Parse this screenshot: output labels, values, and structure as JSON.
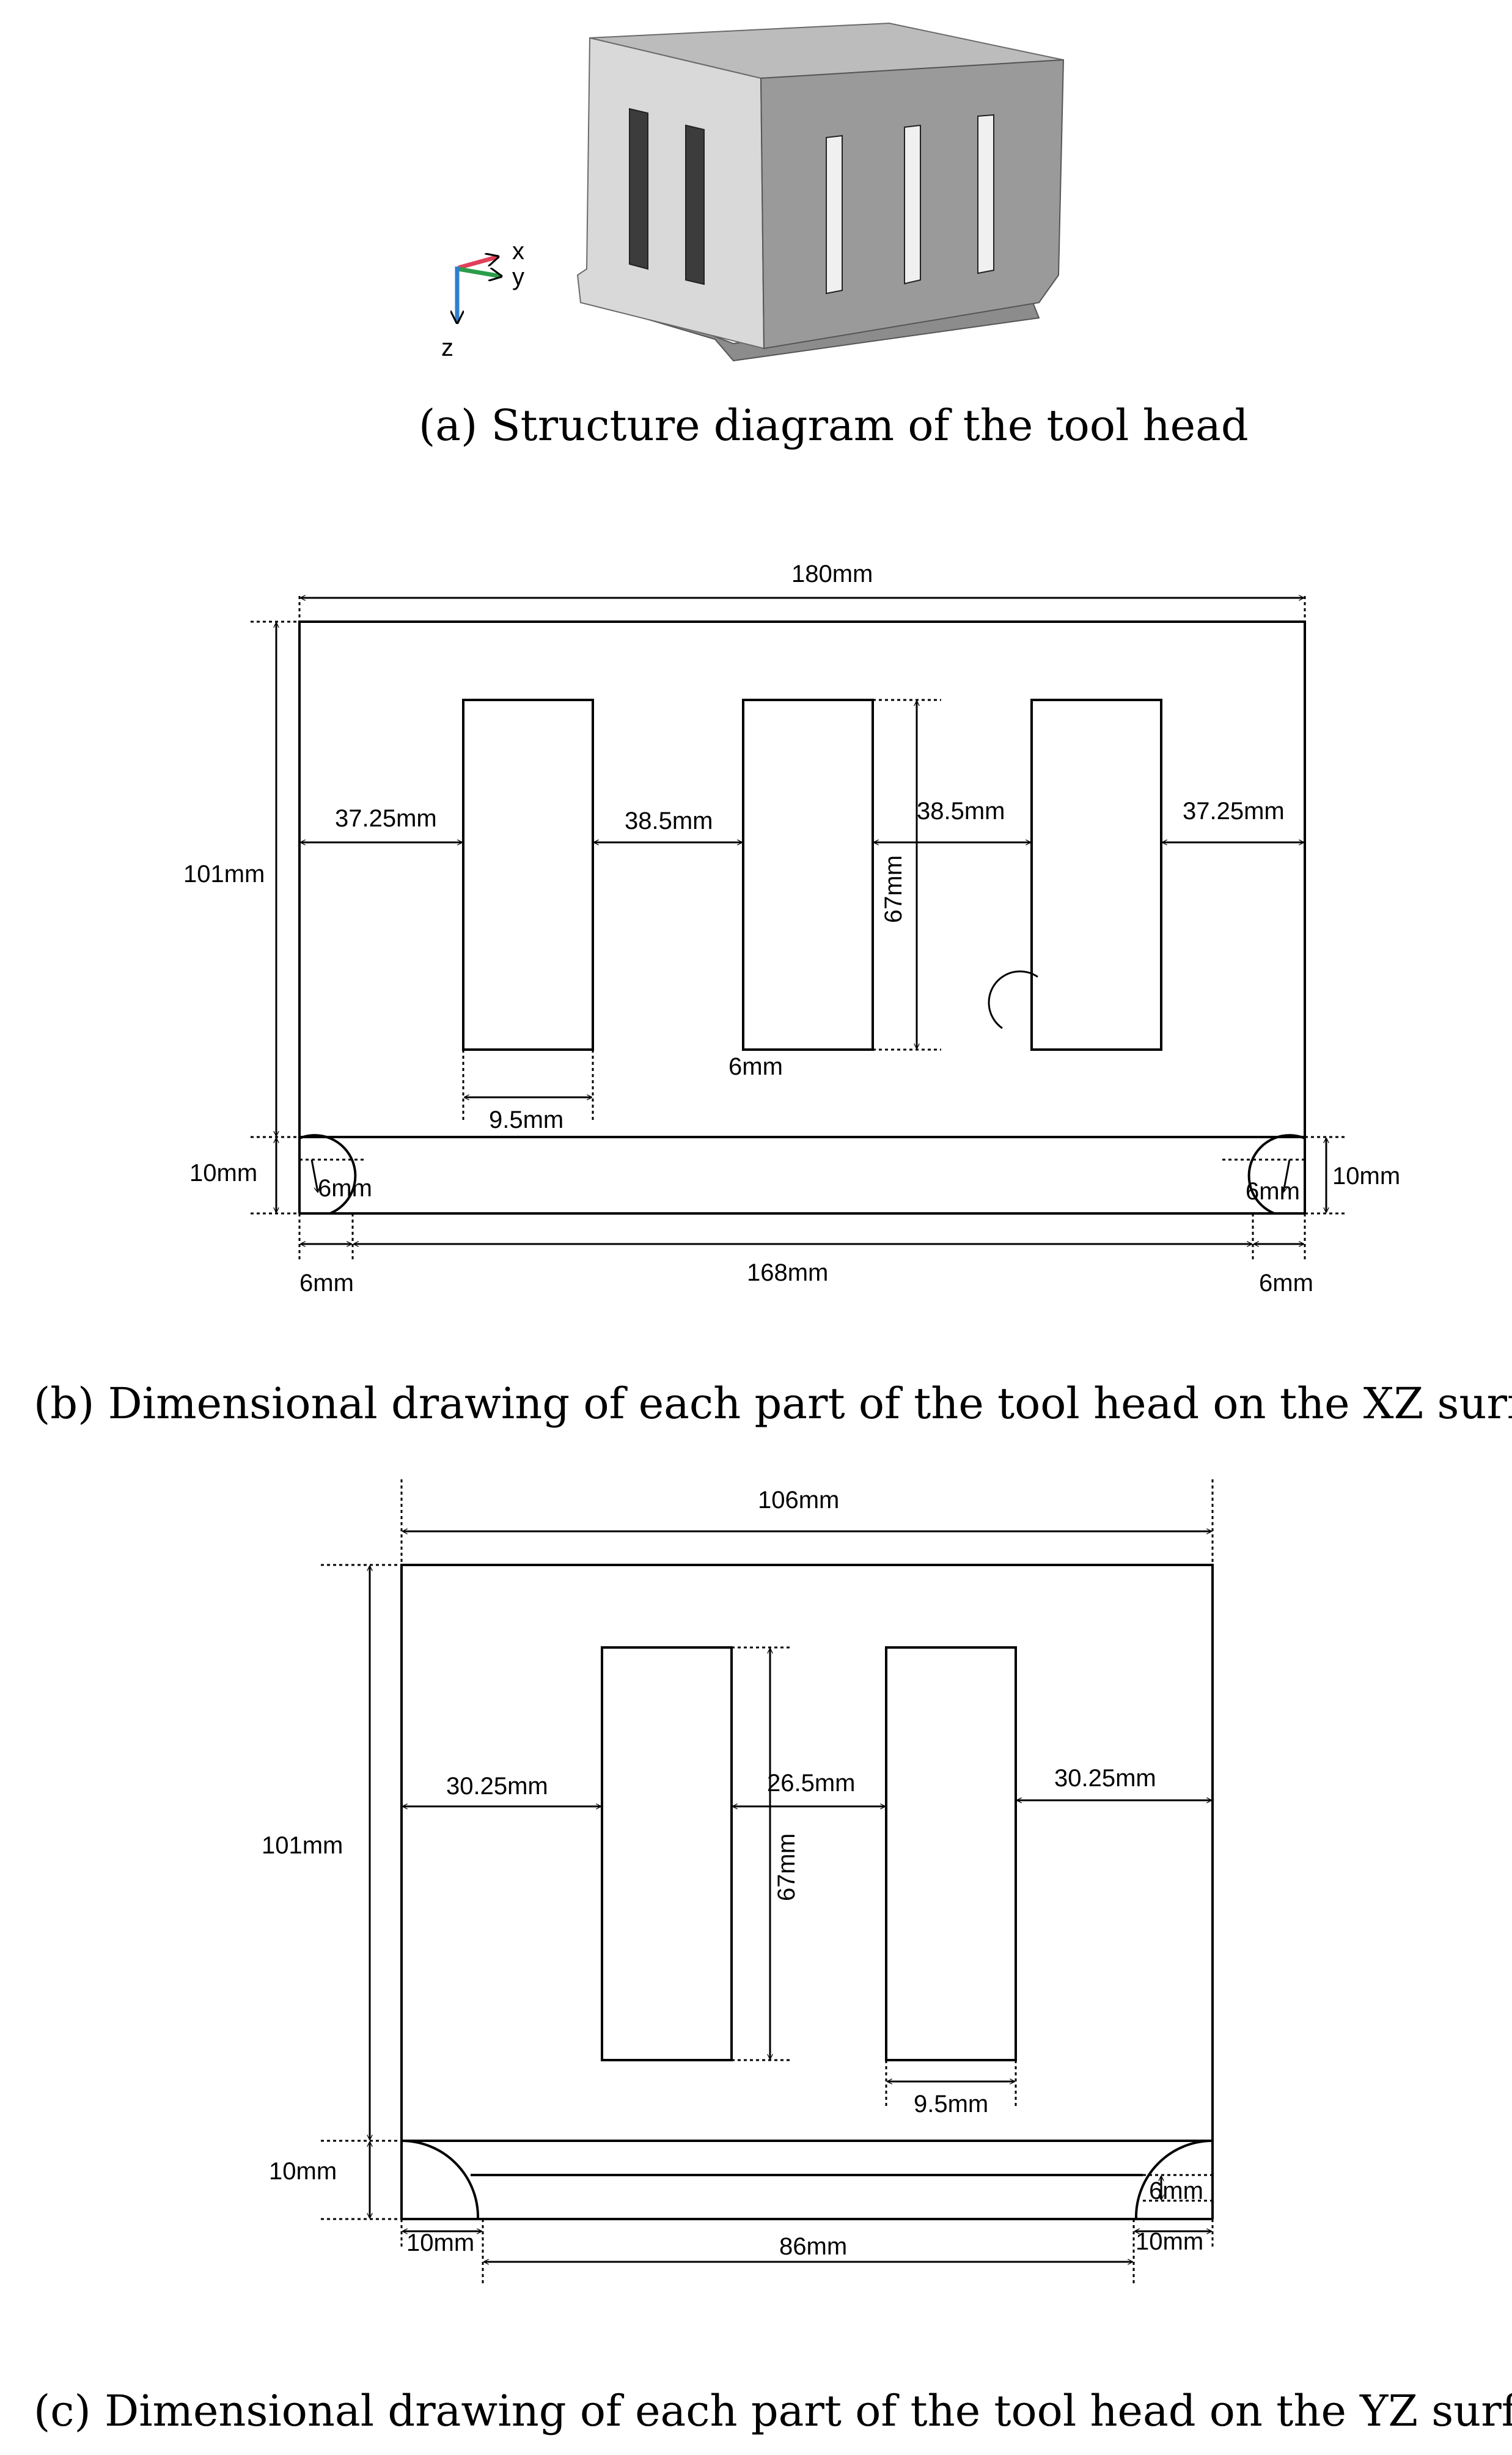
{
  "captions": {
    "a": "(a)   Structure diagram of the tool head",
    "b": "(b) Dimensional drawing of each part of the tool head on the XZ surface",
    "c": "(c) Dimensional drawing of each part of the tool head on the YZ surface"
  },
  "axes": {
    "x": "x",
    "y": "y",
    "z": "z"
  },
  "colors": {
    "x_axis": "#e0405a",
    "y_axis": "#2a9d4a",
    "z_axis": "#2f7fd0",
    "box_front": "#d9d9d9",
    "box_side": "#9a9a9a",
    "box_top": "#bcbcbc"
  },
  "xz": {
    "width": "180mm",
    "height": "101mm",
    "left_gap": "37.25mm",
    "gap_1": "38.5mm",
    "gap_2": "38.5mm",
    "right_gap": "37.25mm",
    "slot_height": "67mm",
    "slot_width": "9.5mm",
    "slot_bottom": "6mm",
    "base_height": "10mm",
    "base_height_right": "10mm",
    "fillet_left": "6mm",
    "fillet_right": "6mm",
    "offset_left": "6mm",
    "offset_right": "6mm",
    "bottom_width": "168mm"
  },
  "yz": {
    "width": "106mm",
    "height": "101mm",
    "left_gap": "30.25mm",
    "gap_mid": "26.5mm",
    "right_gap": "30.25mm",
    "slot_height": "67mm",
    "slot_width": "9.5mm",
    "base_height": "10mm",
    "fillet_right": "6mm",
    "offset_left": "10mm",
    "offset_right": "10mm",
    "bottom_width": "86mm"
  }
}
